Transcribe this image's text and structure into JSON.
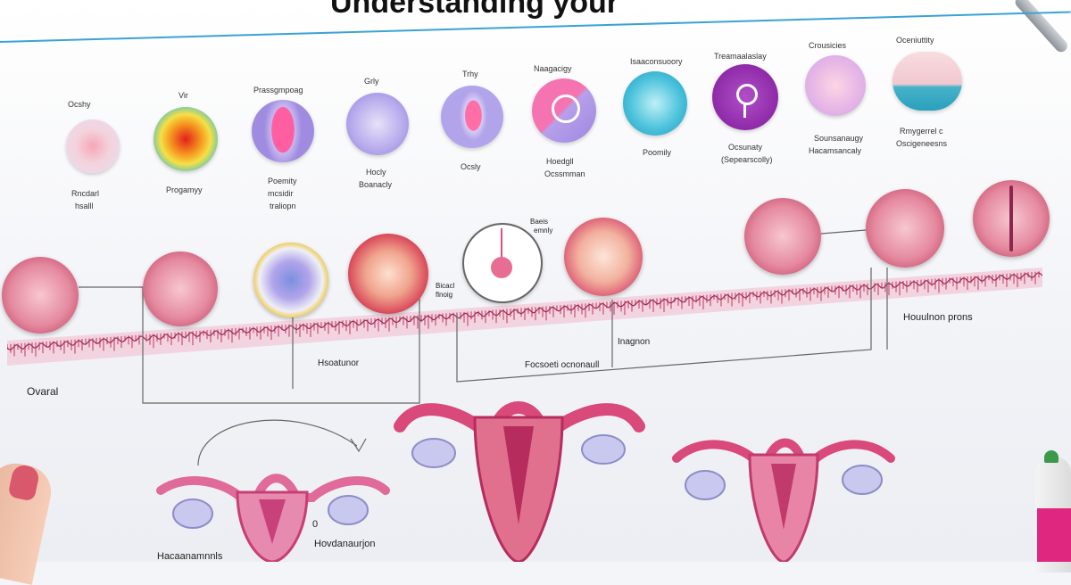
{
  "header": {
    "title": "Understanding your"
  },
  "top_row": [
    {
      "top": "Ocshy",
      "bottom": [
        "Rncdarl",
        "hsalll"
      ]
    },
    {
      "top": "Vir",
      "bottom": [
        "Progamyy"
      ]
    },
    {
      "top": "Prassgmpoag",
      "bottom": [
        "Poemity",
        "mcsidir",
        "traliopn"
      ]
    },
    {
      "top": "Grly",
      "bottom": [
        "Hocly",
        "Boanacly"
      ]
    },
    {
      "top": "Trhy",
      "bottom": [
        "Ocsly"
      ]
    },
    {
      "top": "Naagacigy",
      "bottom": [
        "Hoedgll",
        "Ocssmman"
      ]
    },
    {
      "top": "Isaaconsuoory",
      "bottom": [
        "Poomily"
      ]
    },
    {
      "top": "Treamaalaslay",
      "bottom": [
        "Ocsunaty",
        "(Sepearscolly)"
      ]
    },
    {
      "top": "Crousicies",
      "bottom": [
        "Sounsanaugy",
        "Hacamsancaly"
      ]
    },
    {
      "top": "Oceniuttity",
      "bottom": [
        "Rmygerrel c",
        "Oscigeneesns"
      ]
    }
  ],
  "gauge_label": [
    "Baeis",
    "emnly"
  ],
  "callouts": {
    "left_side": [
      "Bicacl",
      "flnoig"
    ],
    "ovarial": "Ovaral",
    "hsoatunor": "Hsoatunor",
    "focsoeti": "Focsoeti ocnonaull",
    "inagnon": "Inagnon",
    "hounlon": "Houulnon prons"
  },
  "bottom_labels": {
    "left_a": "Hacaanamnnls",
    "left_b": "Hovdanaurjon",
    "left_zero": "0"
  },
  "colors": {
    "accent": "#3aa3d4",
    "trace": "#c7345a",
    "uterus": "#d9497a",
    "ovary": "#c9c8ee",
    "cell_rim": "#f2c22c"
  }
}
